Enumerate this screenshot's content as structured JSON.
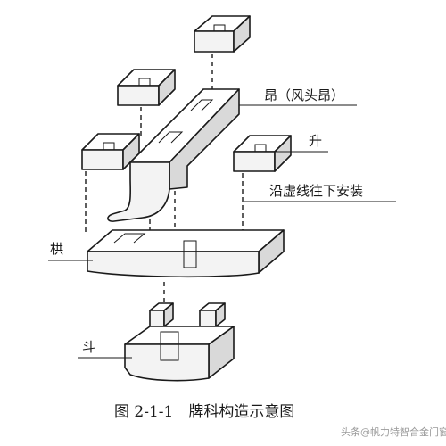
{
  "labels": {
    "ang": "昂（风头昂）",
    "sheng": "升",
    "install_note": "沿虚线往下安装",
    "gong": "栱",
    "dou": "斗"
  },
  "caption": "图 2-1-1　牌科构造示意图",
  "watermark": "头条@帆力特智合金门窗"
}
